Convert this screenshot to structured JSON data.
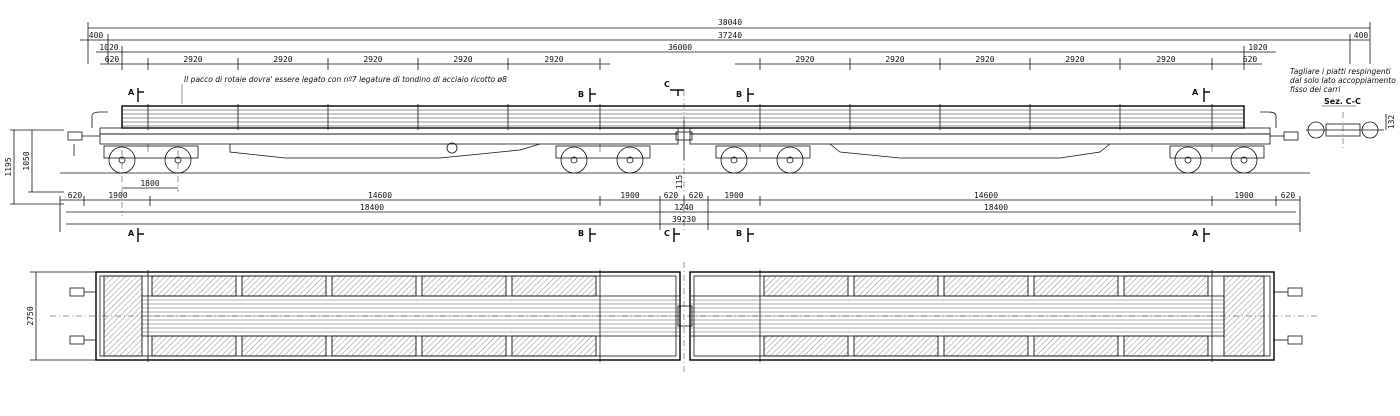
{
  "dimensions": {
    "overall": "38040",
    "overall_inner": "37240",
    "overhang_left": "400",
    "overhang_right": "400",
    "load_length": "36000",
    "load_offset_left": "1020",
    "load_offset_right": "1020",
    "end_offset_left": "620",
    "end_offset_right": "620",
    "bay": "2920",
    "height_total": "1195",
    "height_frame": "1050",
    "height_coupler": "115",
    "section_offset": "132",
    "bogie_base": "1800",
    "plan_width": "2750",
    "bottom": {
      "end_left": "620",
      "left_a": "1900",
      "left_b": "14600",
      "left_c": "1900",
      "mid_left": "620",
      "mid_right": "620",
      "right_a": "1900",
      "right_b": "14600",
      "right_c": "1900",
      "end_right": "620",
      "wagon_left": "18400",
      "coupling": "1240",
      "wagon_right": "18400",
      "total": "39230"
    }
  },
  "notes": {
    "load_note": "Il pacco di rotaie dovra' essere legato con nº7 legature di tondino di acciaio ricotto ø8",
    "cut_note_1": "Tagliare i piatti respingenti",
    "cut_note_2": "dal solo lato accoppiamento",
    "cut_note_3": "fisso dei carri",
    "section_title": "Sez. C-C"
  },
  "section_markers": {
    "a": "A",
    "b": "B",
    "c": "C"
  }
}
